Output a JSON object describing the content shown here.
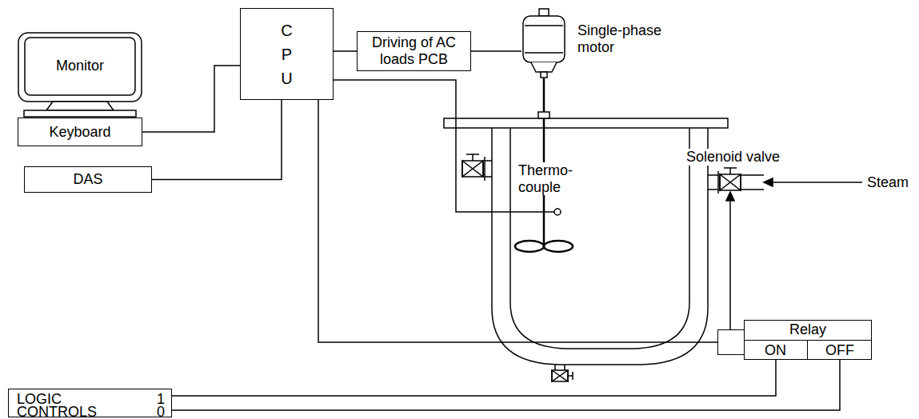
{
  "diagram": {
    "nodes": [
      {
        "text": [
          "Monitor"
        ]
      },
      {
        "text": [
          "Keyboard"
        ]
      },
      {
        "text": [
          "C P U"
        ]
      },
      {
        "text": [
          "Driving of AC loads PCB"
        ]
      },
      {
        "text": [
          "Single-phase motor"
        ]
      },
      {
        "text": [
          "DAS"
        ]
      },
      {
        "text": [
          "Relay"
        ]
      },
      {
        "text": [
          "ON"
        ],
        "in": 6
      },
      {
        "text": [
          "OFF"
        ],
        "in": 6
      },
      {
        "text": [
          "LOGIC",
          "1",
          "CONTROLS",
          "0"
        ]
      }
    ],
    "edges": [
      {
        "from": 1,
        "to": 2,
        "arrow": "none"
      },
      {
        "from": 2,
        "to": 3,
        "arrow": "none"
      },
      {
        "from": 3,
        "to": 4,
        "arrow": "none"
      },
      {
        "from": 5,
        "to": 2,
        "arrow": "none"
      },
      {
        "from": 2,
        "to": 6,
        "arrow": "none"
      },
      {
        "from": 9,
        "to": 7,
        "arrow": "none"
      },
      {
        "from": 9,
        "to": 8,
        "arrow": "none"
      }
    ],
    "labels": [
      "Thermo- couple",
      "Solenoid valve",
      "Steam"
    ]
  }
}
